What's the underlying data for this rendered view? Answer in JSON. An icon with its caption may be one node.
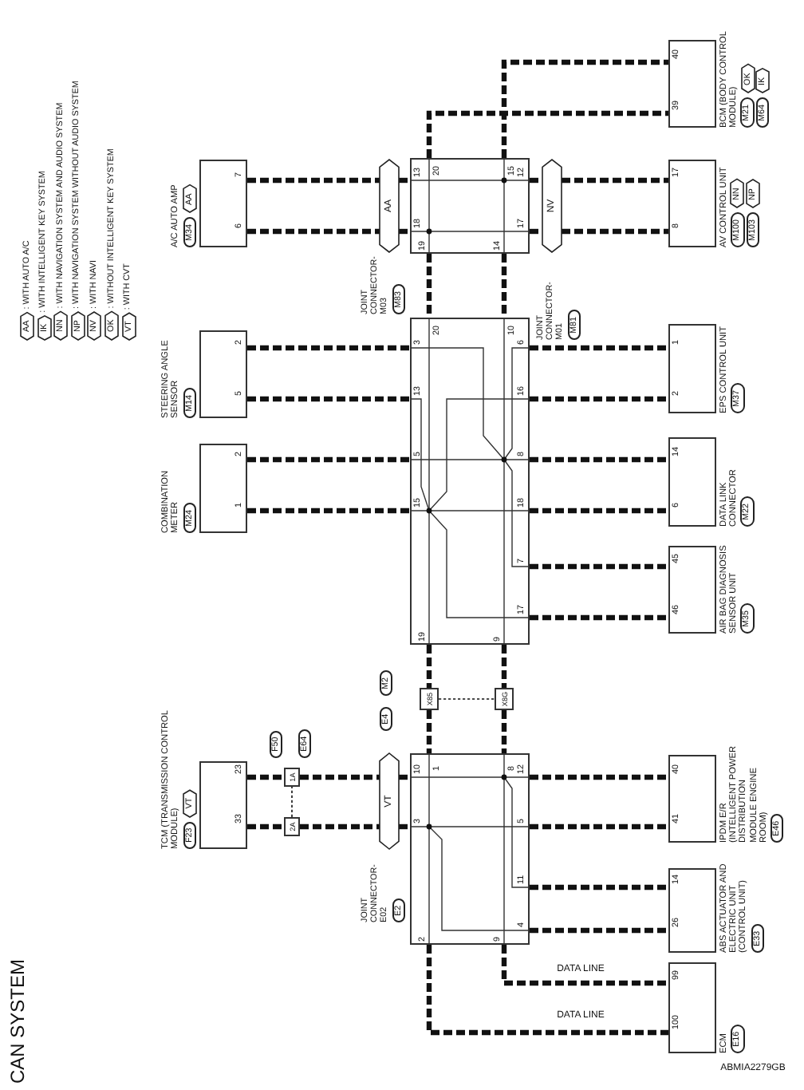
{
  "diagram": {
    "title": "CAN SYSTEM",
    "nodes": [
      {
        "text": [
          "TCM (TRANSMISSION CONTROL MODULE)",
          "F23",
          "VT",
          "33",
          "23"
        ]
      },
      {
        "text": [
          "COMBINATION METER",
          "M24",
          "1",
          "2"
        ]
      },
      {
        "text": [
          "STEERING ANGLE SENSOR",
          "M14",
          "5",
          "2"
        ]
      },
      {
        "text": [
          "A/C AUTO AMP",
          "M34",
          "AA",
          "6",
          "7"
        ]
      },
      {
        "text": [
          "2A"
        ]
      },
      {
        "text": [
          "1A"
        ]
      },
      {
        "text": [
          "VT"
        ]
      },
      {
        "text": [
          "AA"
        ]
      },
      {
        "text": [
          "2",
          "9",
          "3",
          "10",
          "1",
          "8",
          "4",
          "11",
          "5",
          "12"
        ]
      },
      {
        "text": [
          "X85"
        ]
      },
      {
        "text": [
          "X8G"
        ]
      },
      {
        "text": [
          "19",
          "9",
          "15",
          "5",
          "13",
          "3",
          "20",
          "10",
          "17",
          "7",
          "18",
          "8",
          "16",
          "6"
        ]
      },
      {
        "text": [
          "19",
          "14",
          "18",
          "13",
          "20",
          "15",
          "17",
          "12"
        ]
      },
      {
        "text": [
          "NV"
        ]
      },
      {
        "text": [
          "ECM",
          "E16",
          "100",
          "99"
        ]
      },
      {
        "text": [
          "ABS ACTUATOR AND ELECTRIC UNIT (CONTROL UNIT)",
          "E33",
          "26",
          "14"
        ]
      },
      {
        "text": [
          "IPDM E/R (INTELLIGENT POWER DISTRIBUTION MODULE ENGINE ROOM)",
          "E46",
          "41",
          "40"
        ]
      },
      {
        "text": [
          "AIR BAG DIAGNOSIS SENSOR UNIT",
          "M35",
          "46",
          "45"
        ]
      },
      {
        "text": [
          "DATA LINK CONNECTOR",
          "M22",
          "6",
          "14"
        ]
      },
      {
        "text": [
          "EPS CONTROL UNIT",
          "M37",
          "2",
          "1"
        ]
      },
      {
        "text": [
          "AV CONTROL UNIT",
          "M100",
          "NN",
          "M103",
          "NP",
          "8",
          "17"
        ]
      },
      {
        "text": [
          "BCM (BODY CONTROL MODULE)",
          "M21",
          "OK",
          "M64",
          "IK",
          "39",
          "40"
        ]
      }
    ],
    "edges": [
      {
        "from": 0,
        "to": 5,
        "arrow": "none"
      },
      {
        "from": 5,
        "to": 6,
        "arrow": "none"
      },
      {
        "from": 6,
        "to": 8,
        "arrow": "none"
      },
      {
        "from": 0,
        "to": 4,
        "arrow": "none"
      },
      {
        "from": 4,
        "to": 6,
        "arrow": "none"
      },
      {
        "from": 6,
        "to": 8,
        "arrow": "none"
      },
      {
        "from": 4,
        "to": 5,
        "arrow": "none",
        "style": "dashed"
      },
      {
        "from": 1,
        "to": 11,
        "arrow": "none"
      },
      {
        "from": 1,
        "to": 11,
        "arrow": "none"
      },
      {
        "from": 2,
        "to": 11,
        "arrow": "none"
      },
      {
        "from": 2,
        "to": 11,
        "arrow": "none"
      },
      {
        "from": 3,
        "to": 7,
        "arrow": "none"
      },
      {
        "from": 7,
        "to": 12,
        "arrow": "none"
      },
      {
        "from": 3,
        "to": 7,
        "arrow": "none"
      },
      {
        "from": 7,
        "to": 12,
        "arrow": "none"
      },
      {
        "from": 12,
        "to": 21,
        "arrow": "none"
      },
      {
        "from": 12,
        "to": 21,
        "arrow": "none"
      },
      {
        "from": 12,
        "to": 13,
        "arrow": "none"
      },
      {
        "from": 13,
        "to": 20,
        "arrow": "none"
      },
      {
        "from": 12,
        "to": 13,
        "arrow": "none"
      },
      {
        "from": 13,
        "to": 20,
        "arrow": "none"
      },
      {
        "from": 12,
        "to": 11,
        "arrow": "none"
      },
      {
        "from": 12,
        "to": 11,
        "arrow": "none"
      },
      {
        "from": 11,
        "to": 19,
        "arrow": "none"
      },
      {
        "from": 11,
        "to": 19,
        "arrow": "none"
      },
      {
        "from": 11,
        "to": 18,
        "arrow": "none"
      },
      {
        "from": 11,
        "to": 18,
        "arrow": "none"
      },
      {
        "from": 11,
        "to": 17,
        "arrow": "none"
      },
      {
        "from": 11,
        "to": 17,
        "arrow": "none"
      },
      {
        "from": 11,
        "to": 9,
        "arrow": "none"
      },
      {
        "from": 9,
        "to": 8,
        "arrow": "none"
      },
      {
        "from": 11,
        "to": 10,
        "arrow": "none"
      },
      {
        "from": 10,
        "to": 8,
        "arrow": "none"
      },
      {
        "from": 9,
        "to": 10,
        "arrow": "none",
        "style": "dashed"
      },
      {
        "from": 8,
        "to": 16,
        "arrow": "none"
      },
      {
        "from": 8,
        "to": 16,
        "arrow": "none"
      },
      {
        "from": 8,
        "to": 15,
        "arrow": "none"
      },
      {
        "from": 8,
        "to": 15,
        "arrow": "none"
      },
      {
        "from": 8,
        "to": 14,
        "arrow": "none",
        "label": "DATA LINE"
      },
      {
        "from": 8,
        "to": 14,
        "arrow": "none",
        "label": "DATA LINE"
      }
    ],
    "labels": [
      "AA",
      "IK",
      "NN",
      "NP",
      "NV",
      "OK",
      "VT",
      "JOINT CONNECTOR-E02",
      "E2",
      "JOINT CONNECTOR-M03",
      "M83",
      "JOINT CONNECTOR-M01",
      "M81",
      "F50",
      "E64",
      "E4",
      "M2",
      "ABMIA2279GB"
    ],
    "legend": [
      {
        "text": ": WITH AUTO A/C"
      },
      {
        "text": ": WITH INTELLIGENT KEY SYSTEM"
      },
      {
        "text": ": WITH NAVIGATION SYSTEM AND AUDIO SYSTEM"
      },
      {
        "text": ": WITH NAVIGATION SYSTEM WITHOUT AUDIO SYSTEM"
      },
      {
        "text": ": WITH NAVI"
      },
      {
        "text": ": WITHOUT INTELLIGENT KEY SYSTEM"
      },
      {
        "text": ": WITH CVT"
      }
    ]
  }
}
